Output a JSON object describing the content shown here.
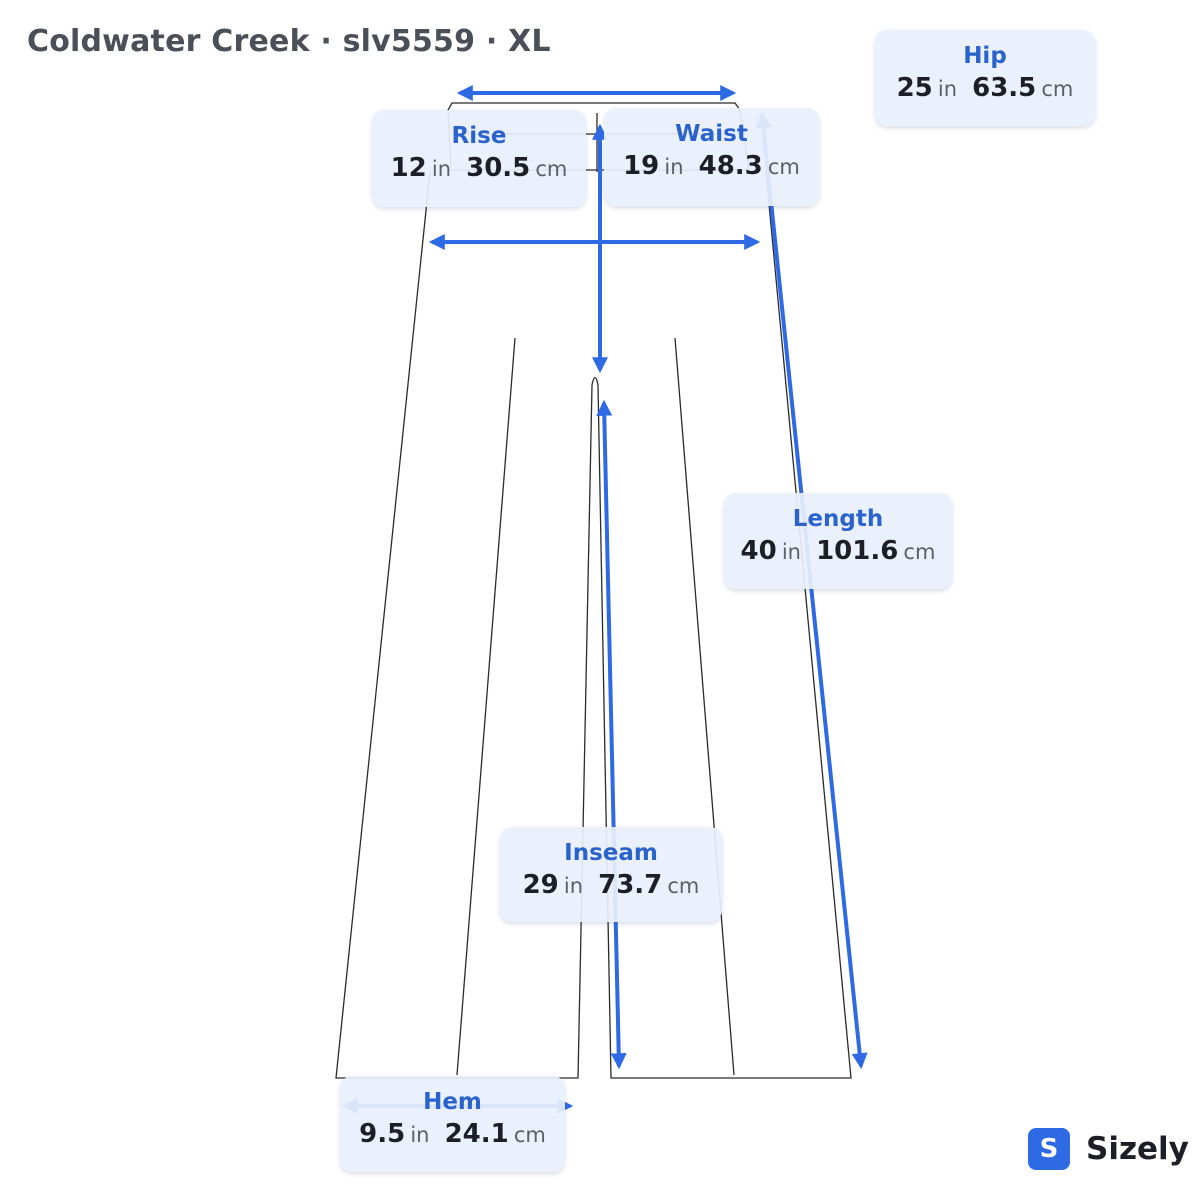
{
  "title": "Coldwater Creek · slv5559 · XL",
  "measurements": {
    "rise": {
      "label": "Rise",
      "in": "12",
      "cm": "30.5"
    },
    "waist": {
      "label": "Waist",
      "in": "19",
      "cm": "48.3"
    },
    "hip": {
      "label": "Hip",
      "in": "25",
      "cm": "63.5"
    },
    "length": {
      "label": "Length",
      "in": "40",
      "cm": "101.6"
    },
    "inseam": {
      "label": "Inseam",
      "in": "29",
      "cm": "73.7"
    },
    "hem": {
      "label": "Hem",
      "in": "9.5",
      "cm": "24.1"
    }
  },
  "units": {
    "in": "in",
    "cm": "cm"
  },
  "brand": {
    "icon": "S",
    "name": "Sizely"
  },
  "colors": {
    "accent": "#2f6ae5",
    "label": "#2b63cc",
    "card": "#e8effc",
    "outline": "#2b2b2b"
  }
}
